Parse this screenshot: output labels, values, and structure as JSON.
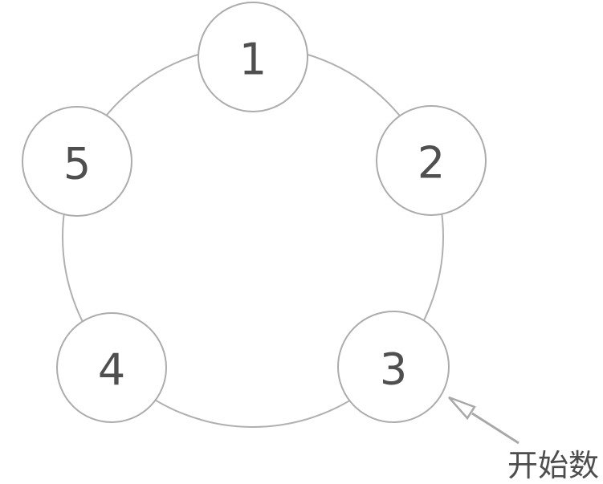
{
  "diagram": {
    "title": "counting-circle",
    "nodes": [
      {
        "label": "1"
      },
      {
        "label": "2"
      },
      {
        "label": "3"
      },
      {
        "label": "4"
      },
      {
        "label": "5"
      }
    ],
    "annotation": {
      "label": "开始数",
      "points_to_node": "3"
    },
    "colors": {
      "ring_stroke": "#b0b0b0",
      "node_stroke": "#acacac",
      "node_fill": "#ffffff",
      "label_text": "#4f4f4f",
      "annotation_text": "#4d4d4d",
      "arrow": "#a8a8a8"
    }
  }
}
